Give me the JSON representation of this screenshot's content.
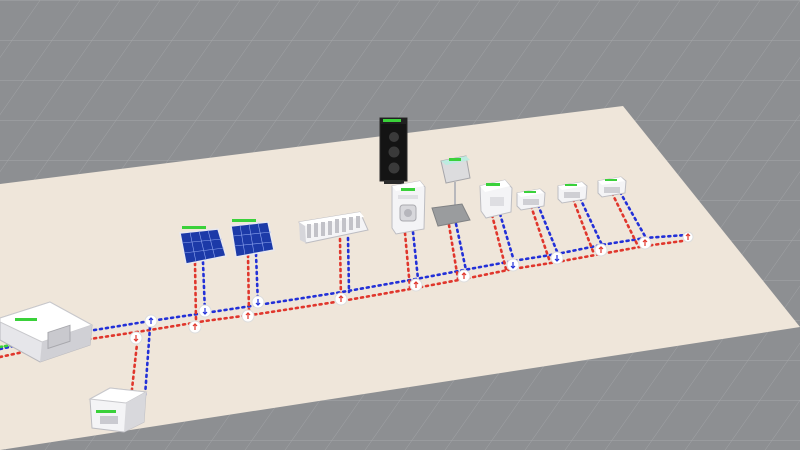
{
  "scene": {
    "type": "3d-energy-network-simulation",
    "colors": {
      "ground": "#8d8f92",
      "grid": "#a4a6a9",
      "platform": "#efe6da",
      "import_line": "#2230d8",
      "export_line": "#e0362c",
      "connection_node": "#ffffff",
      "status_led": "#39d139",
      "device_body": "#f4f4f6"
    },
    "devices": [
      {
        "id": "grid-inverter",
        "icon": "power-hub-icon"
      },
      {
        "id": "battery-storage",
        "icon": "battery-box-icon"
      },
      {
        "id": "solar-panel-1",
        "icon": "solar-panel-icon"
      },
      {
        "id": "solar-panel-2",
        "icon": "solar-panel-icon"
      },
      {
        "id": "air-conditioner",
        "icon": "ac-unit-icon"
      },
      {
        "id": "washing-machine",
        "icon": "washer-icon"
      },
      {
        "id": "speaker-tower",
        "icon": "speaker-icon"
      },
      {
        "id": "floor-lamp",
        "icon": "lamp-icon"
      },
      {
        "id": "refrigerator",
        "icon": "fridge-icon"
      },
      {
        "id": "small-appliance-1",
        "icon": "appliance-icon"
      },
      {
        "id": "small-appliance-2",
        "icon": "appliance-icon"
      },
      {
        "id": "small-appliance-3",
        "icon": "appliance-icon"
      }
    ],
    "connection_nodes": [
      {
        "id": "node-battery",
        "arrow": "up"
      },
      {
        "id": "node-solar-1",
        "arrow": "up"
      },
      {
        "id": "node-solar-2",
        "arrow": "down"
      },
      {
        "id": "node-ac",
        "arrow": "up"
      },
      {
        "id": "node-speaker",
        "arrow": "up"
      },
      {
        "id": "node-lamp",
        "arrow": "up"
      },
      {
        "id": "node-fridge",
        "arrow": "down"
      },
      {
        "id": "node-appliance-1",
        "arrow": "down"
      },
      {
        "id": "node-appliance-2",
        "arrow": "up"
      },
      {
        "id": "node-appliance-3",
        "arrow": "up"
      },
      {
        "id": "node-end",
        "arrow": "up"
      }
    ]
  }
}
